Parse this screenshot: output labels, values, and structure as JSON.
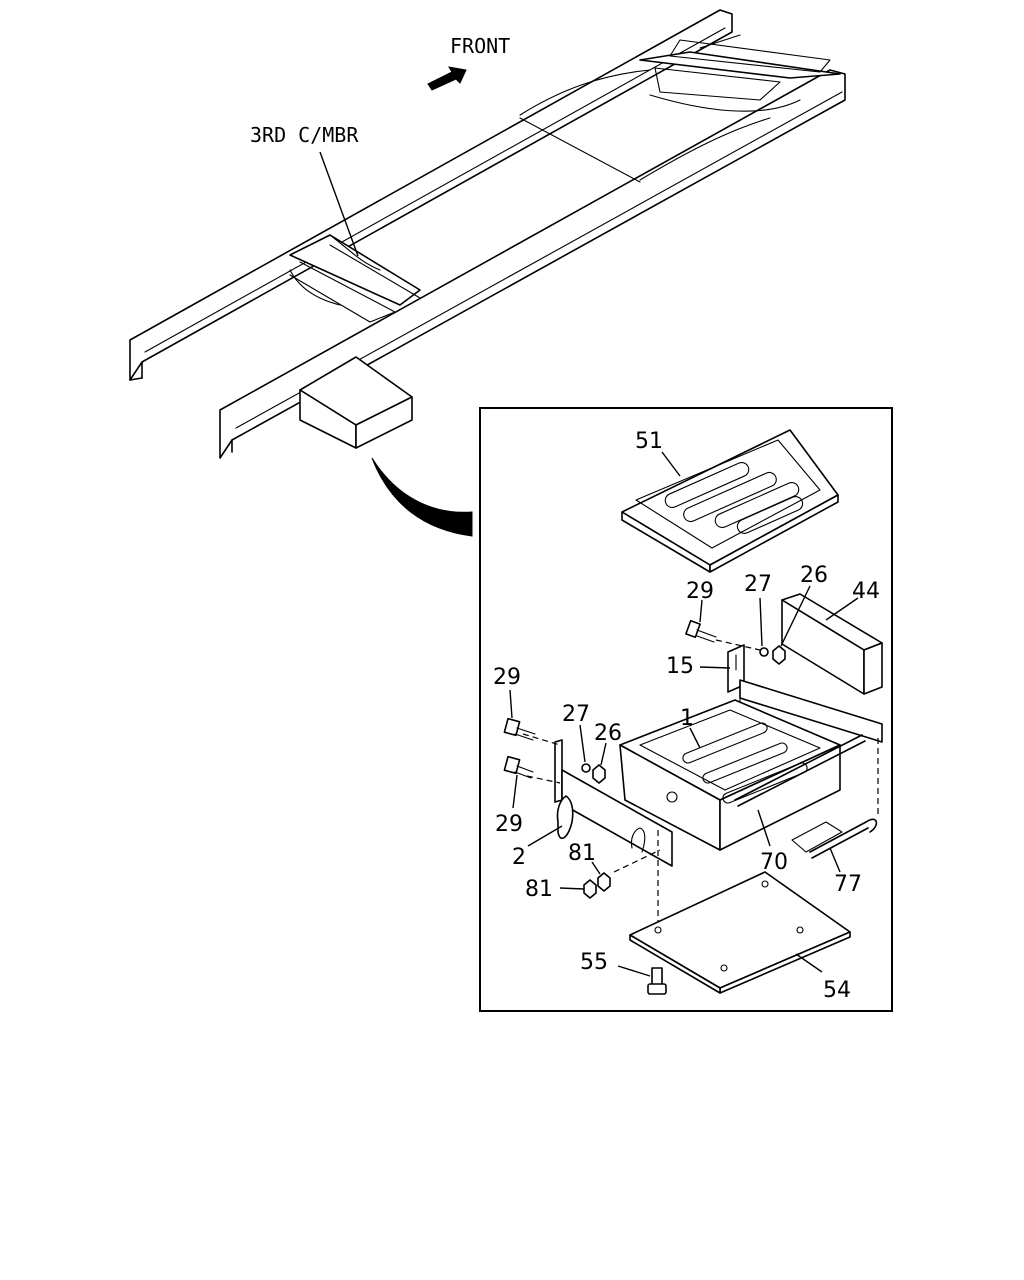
{
  "header": {
    "front_label": "FRONT",
    "crossmember_label": "3RD C/MBR"
  },
  "parts": {
    "p1": "1",
    "p2": "2",
    "p15": "15",
    "p26a": "26",
    "p26b": "26",
    "p27a": "27",
    "p27b": "27",
    "p29a": "29",
    "p29b": "29",
    "p29c": "29",
    "p44": "44",
    "p51": "51",
    "p54": "54",
    "p55": "55",
    "p70": "70",
    "p77": "77",
    "p81a": "81",
    "p81b": "81"
  },
  "icons": {
    "direction": "arrow-icon",
    "detail_callout": "curved-arrow-icon"
  }
}
